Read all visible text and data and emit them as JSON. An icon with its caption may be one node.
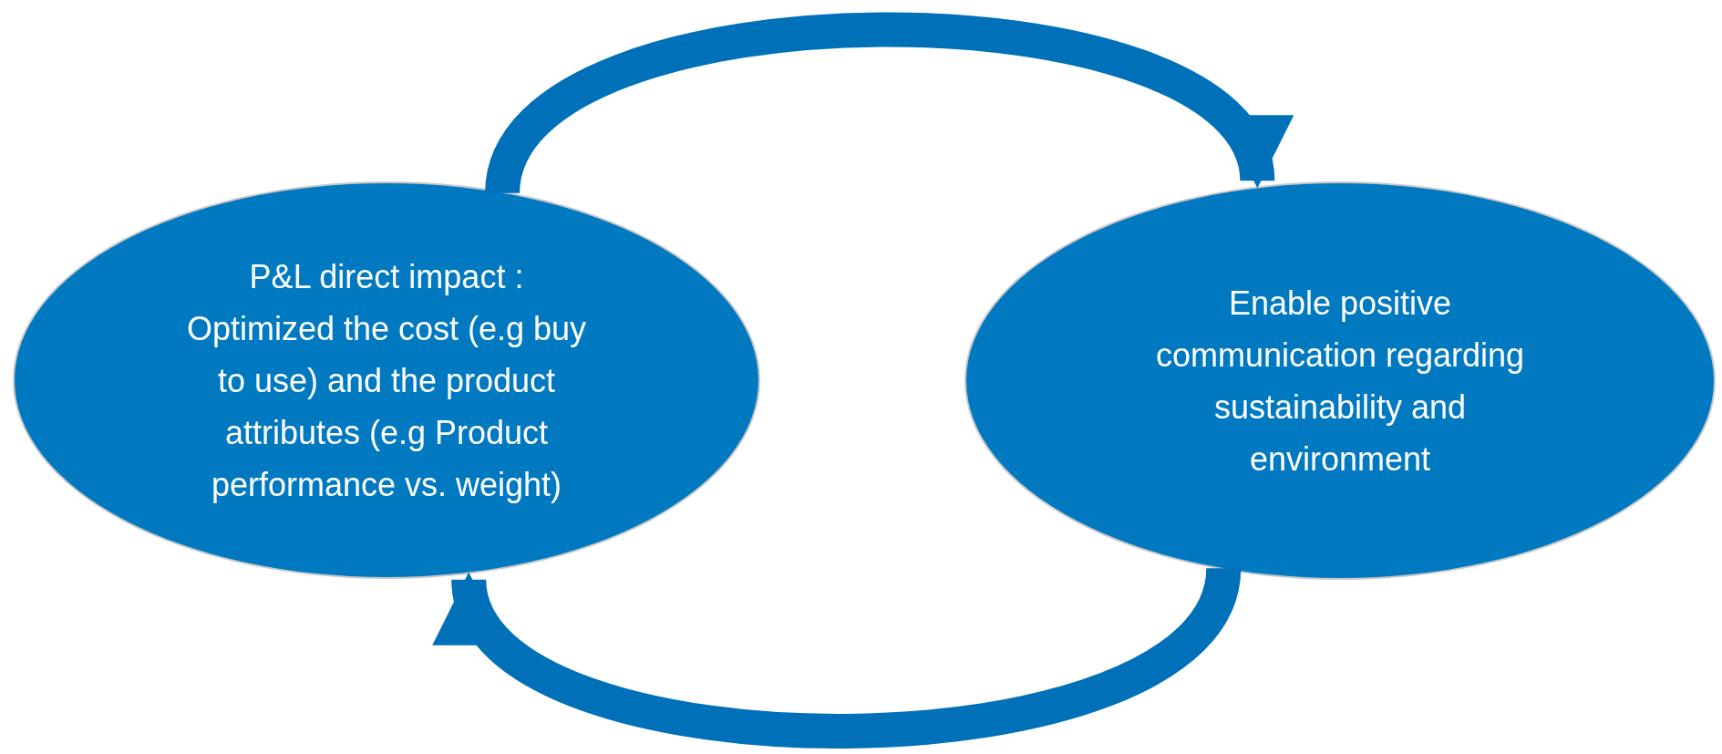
{
  "diagram": {
    "nodes": [
      {
        "text": [
          "P&L direct impact  : Optimized the cost (e.g buy to use) and the product attributes (e.g Product performance vs. weight)"
        ]
      },
      {
        "text": [
          "Enable positive communication regarding sustainability and environment"
        ]
      }
    ],
    "edges": [
      {
        "from": 0,
        "to": 1,
        "arrow": "to"
      },
      {
        "from": 1,
        "to": 0,
        "arrow": "to"
      }
    ]
  }
}
